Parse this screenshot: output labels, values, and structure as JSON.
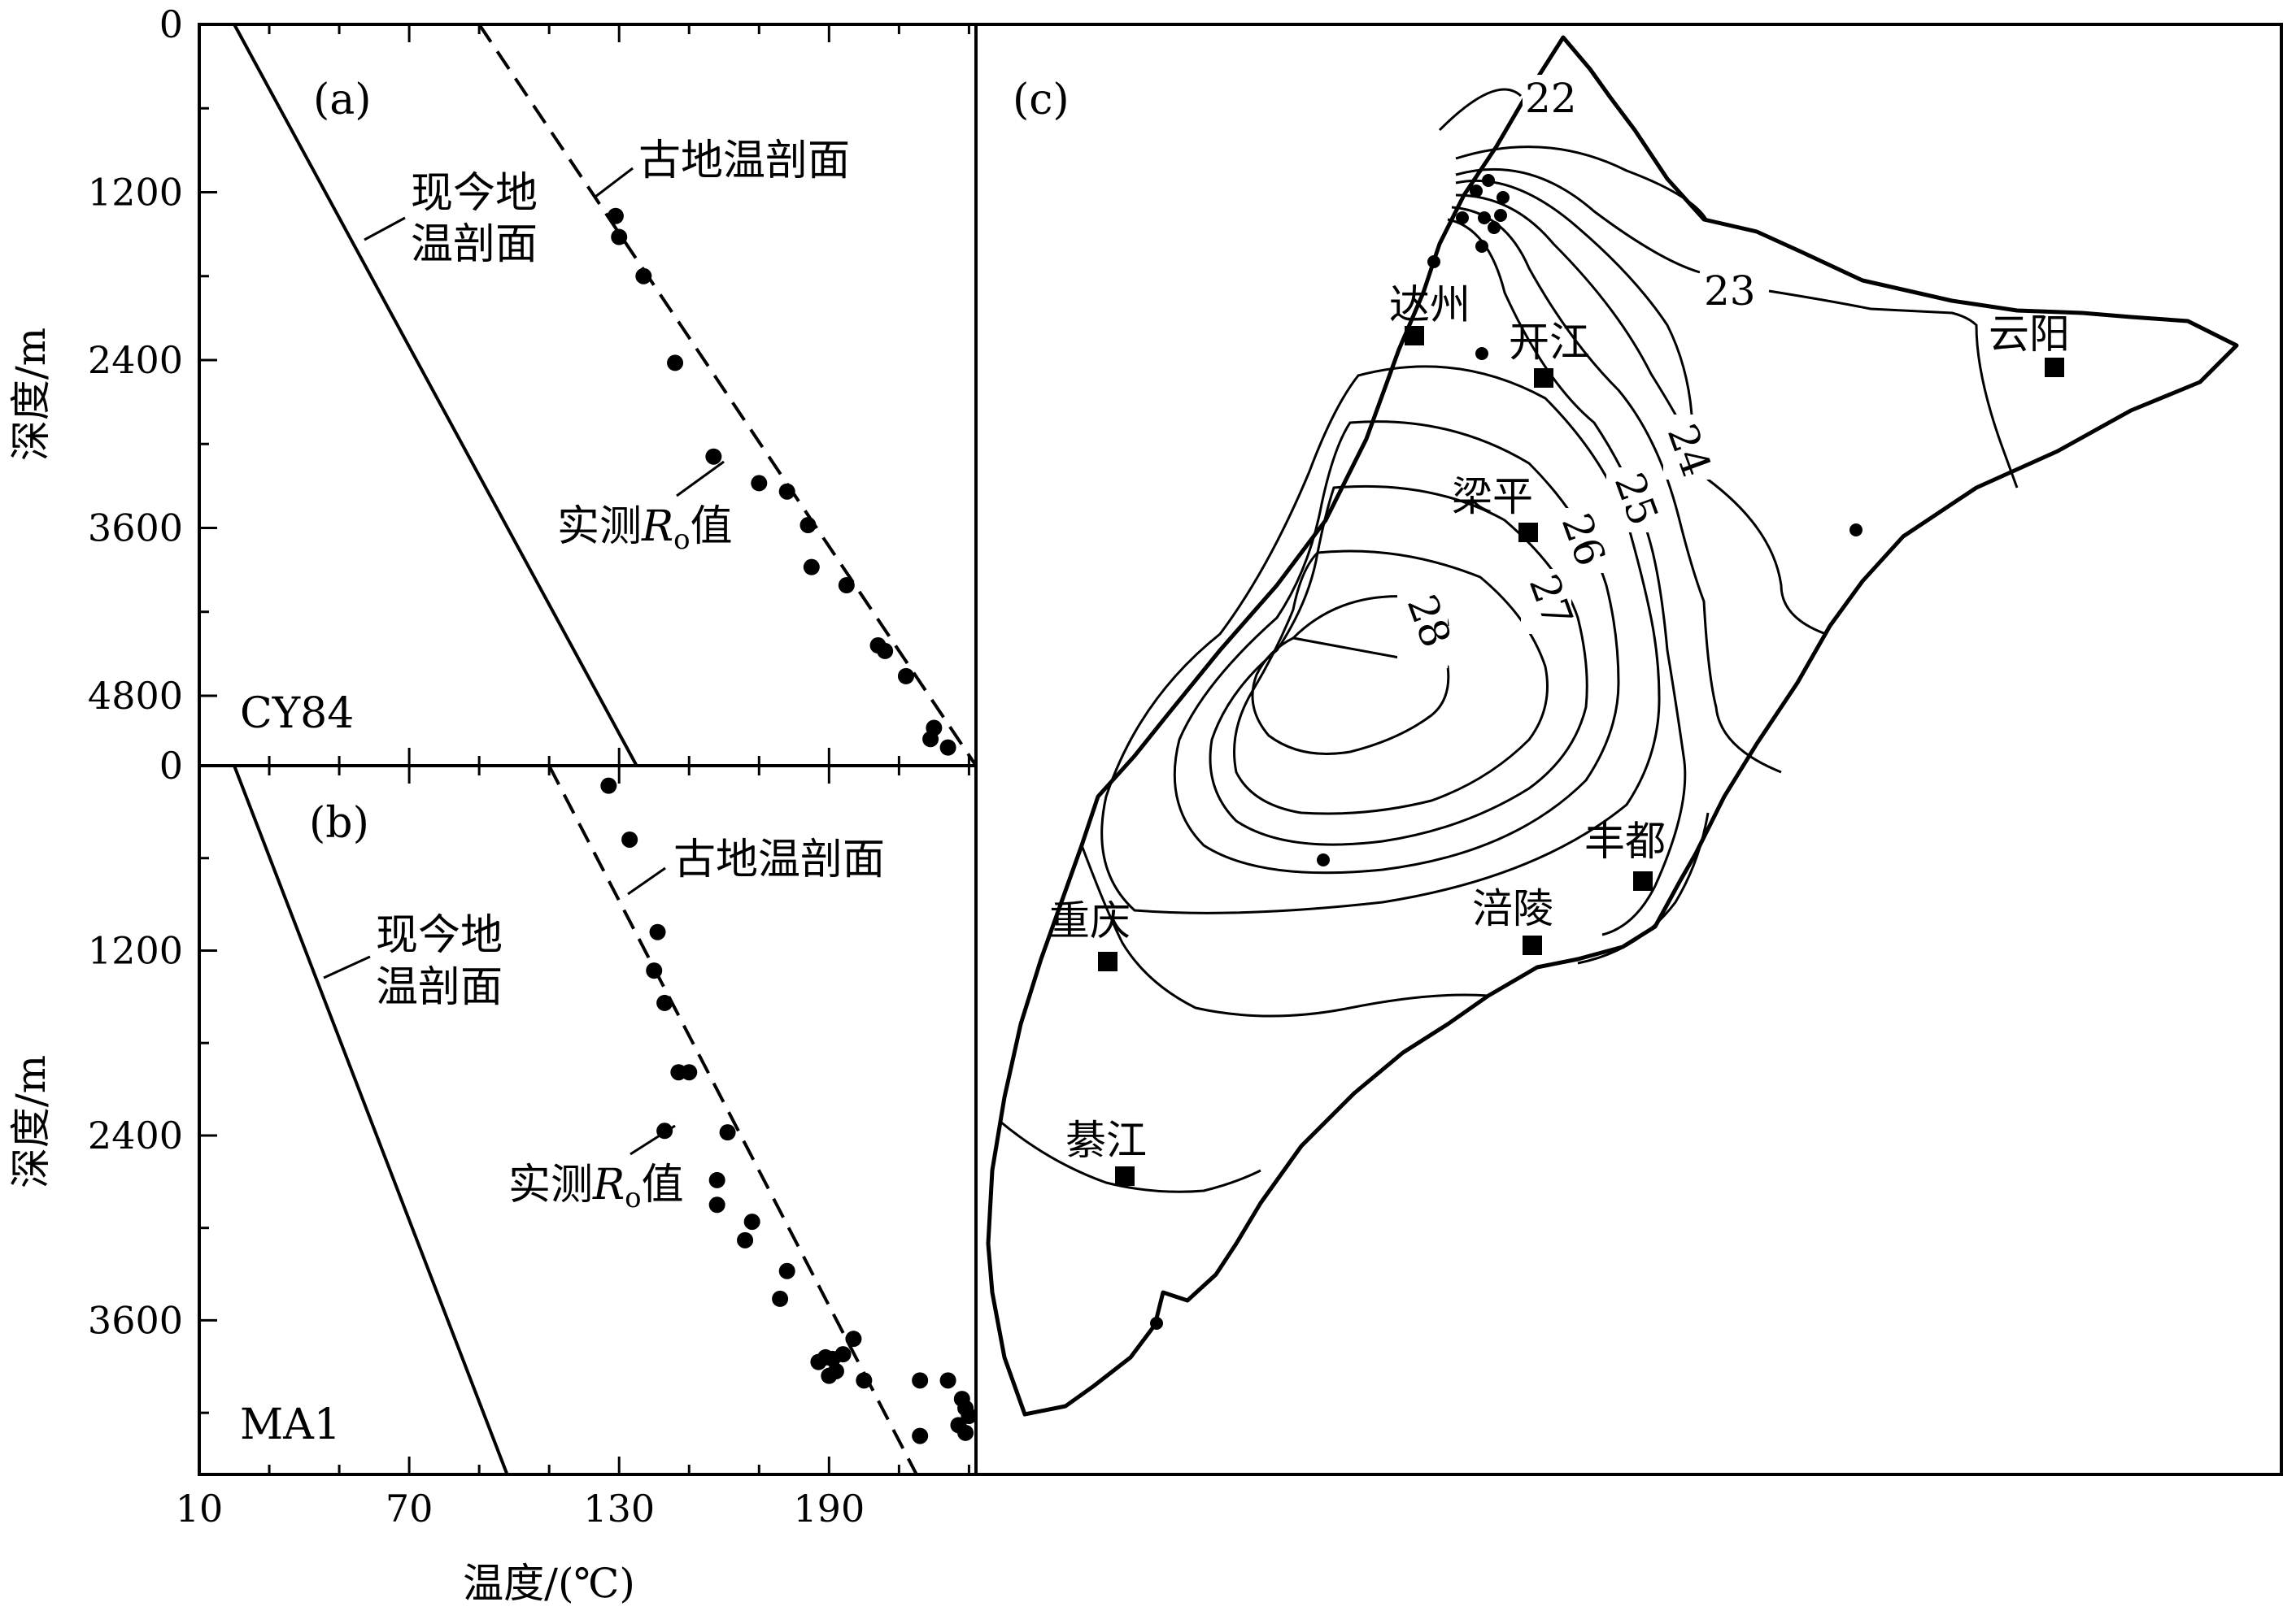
{
  "chart_data": [
    {
      "type": "scatter",
      "panel_label": "(a)",
      "well_name": "CY84",
      "xlabel": "温度/(℃)",
      "ylabel": "深度/m",
      "xlim": [
        10,
        232
      ],
      "ylim": [
        5300,
        0
      ],
      "x_ticks": [
        10,
        70,
        130,
        190
      ],
      "y_ticks": [
        0,
        1200,
        2400,
        3600,
        4800
      ],
      "y_tick_labels": [
        "0",
        "1200",
        "2400",
        "3600",
        "4800"
      ],
      "annotations": {
        "present": "现今地温剖面",
        "paleo": "古地温剖面",
        "measured_prefix": "实测",
        "measured_symbol": "R",
        "measured_subscript": "o",
        "measured_suffix": "值"
      },
      "present_profile": [
        [
          20,
          0
        ],
        [
          135,
          5300
        ]
      ],
      "paleo_profile": [
        [
          90,
          0
        ],
        [
          232,
          5300
        ]
      ],
      "series": [
        {
          "name": "实测Ro值",
          "points": [
            [
              129,
              1370
            ],
            [
              130,
              1520
            ],
            [
              137,
              1800
            ],
            [
              146,
              2420
            ],
            [
              157,
              3090
            ],
            [
              170,
              3280
            ],
            [
              178,
              3340
            ],
            [
              184,
              3580
            ],
            [
              185,
              3880
            ],
            [
              195,
              4010
            ],
            [
              204,
              4440
            ],
            [
              206,
              4480
            ],
            [
              212,
              4660
            ],
            [
              220,
              5030
            ],
            [
              219,
              5110
            ],
            [
              224,
              5170
            ]
          ]
        }
      ]
    },
    {
      "type": "scatter",
      "panel_label": "(b)",
      "well_name": "MA1",
      "xlabel": "温度/(℃)",
      "ylabel": "深度/m",
      "xlim": [
        10,
        232
      ],
      "ylim": [
        4600,
        0
      ],
      "x_ticks": [
        10,
        70,
        130,
        190
      ],
      "x_tick_labels": [
        "10",
        "70",
        "130",
        "190"
      ],
      "y_ticks": [
        0,
        1200,
        2400,
        3600
      ],
      "y_tick_labels": [
        "0",
        "1200",
        "2400",
        "3600"
      ],
      "annotations": {
        "present": "现今地温剖面",
        "paleo": "古地温剖面",
        "measured_prefix": "实测",
        "measured_symbol": "R",
        "measured_subscript": "o",
        "measured_suffix": "值"
      },
      "present_profile": [
        [
          20,
          0
        ],
        [
          98,
          4600
        ]
      ],
      "paleo_profile": [
        [
          110,
          0
        ],
        [
          215,
          4600
        ]
      ],
      "series": [
        {
          "name": "实测Ro值",
          "points": [
            [
              127,
              130
            ],
            [
              133,
              480
            ],
            [
              141,
              1080
            ],
            [
              140,
              1330
            ],
            [
              143,
              1540
            ],
            [
              147,
              1990
            ],
            [
              150,
              1990
            ],
            [
              143,
              2370
            ],
            [
              161,
              2380
            ],
            [
              158,
              2690
            ],
            [
              158,
              2850
            ],
            [
              168,
              2960
            ],
            [
              166,
              3080
            ],
            [
              178,
              3280
            ],
            [
              176,
              3460
            ],
            [
              187,
              3870
            ],
            [
              189,
              3840
            ],
            [
              191,
              3850
            ],
            [
              192,
              3930
            ],
            [
              194,
              3820
            ],
            [
              190,
              3960
            ],
            [
              197,
              3720
            ],
            [
              200,
              3990
            ],
            [
              216,
              3990
            ],
            [
              224,
              3990
            ],
            [
              228,
              4110
            ],
            [
              229,
              4170
            ],
            [
              230,
              4220
            ],
            [
              227,
              4280
            ],
            [
              229,
              4330
            ],
            [
              216,
              4350
            ]
          ]
        }
      ]
    },
    {
      "type": "contour",
      "panel_label": "(c)",
      "contour_levels": [
        22,
        23,
        24,
        25,
        26,
        27,
        28
      ],
      "cities": [
        "达州",
        "开江",
        "云阳",
        "梁平",
        "丰都",
        "重庆",
        "涪陵",
        "綦江"
      ]
    }
  ]
}
